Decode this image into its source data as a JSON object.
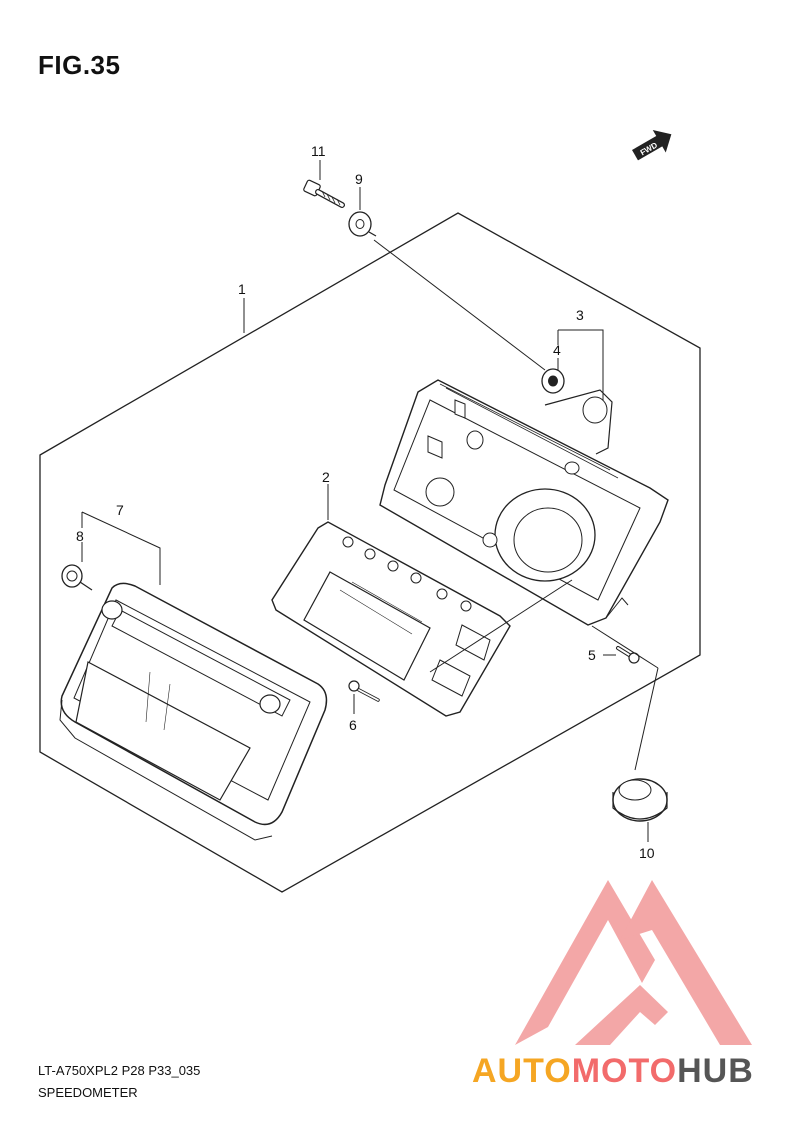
{
  "figure": {
    "title": "FIG.35",
    "code": "LT-A750XPL2 P28 P33_035",
    "name": "SPEEDOMETER",
    "fwd_label": "FWD"
  },
  "callouts": [
    "1",
    "2",
    "3",
    "4",
    "5",
    "6",
    "7",
    "8",
    "9",
    "10",
    "11"
  ],
  "watermark": {
    "part1": "AUTO",
    "part2": "MOTO",
    "part3": "HUB",
    "colors": {
      "part1": "#f5a623",
      "part2": "#f26b6b",
      "part3": "#555555",
      "logo": "#f08a8a"
    }
  }
}
